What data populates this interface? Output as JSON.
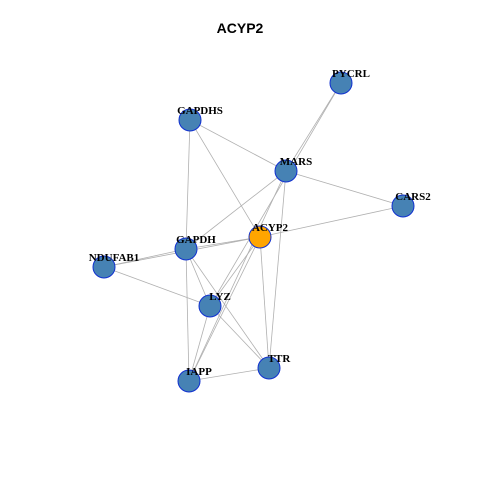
{
  "title": "ACYP2",
  "colors": {
    "node_fill": "#4682B4",
    "node_stroke": "#1030D0",
    "hub_fill": "#FFA500",
    "edge": "#B0B0B0"
  },
  "nodes": [
    {
      "id": "ACYP2",
      "label": "ACYP2",
      "hub": true
    },
    {
      "id": "PYCRL",
      "label": "PYCRL"
    },
    {
      "id": "GAPDHS",
      "label": "GAPDHS"
    },
    {
      "id": "MARS",
      "label": "MARS"
    },
    {
      "id": "CARS2",
      "label": "CARS2"
    },
    {
      "id": "GAPDH",
      "label": "GAPDH"
    },
    {
      "id": "NDUFAB1",
      "label": "NDUFAB1"
    },
    {
      "id": "LYZ",
      "label": "LYZ"
    },
    {
      "id": "TTR",
      "label": "TTR"
    },
    {
      "id": "IAPP",
      "label": "IAPP"
    }
  ],
  "edges": [
    [
      "PYCRL",
      "MARS"
    ],
    [
      "PYCRL",
      "LYZ"
    ],
    [
      "GAPDHS",
      "MARS"
    ],
    [
      "GAPDHS",
      "GAPDH"
    ],
    [
      "GAPDHS",
      "ACYP2"
    ],
    [
      "MARS",
      "CARS2"
    ],
    [
      "MARS",
      "GAPDH"
    ],
    [
      "MARS",
      "TTR"
    ],
    [
      "MARS",
      "IAPP"
    ],
    [
      "CARS2",
      "ACYP2"
    ],
    [
      "GAPDH",
      "ACYP2"
    ],
    [
      "GAPDH",
      "NDUFAB1"
    ],
    [
      "GAPDH",
      "LYZ"
    ],
    [
      "GAPDH",
      "IAPP"
    ],
    [
      "GAPDH",
      "TTR"
    ],
    [
      "NDUFAB1",
      "ACYP2"
    ],
    [
      "NDUFAB1",
      "LYZ"
    ],
    [
      "ACYP2",
      "LYZ"
    ],
    [
      "ACYP2",
      "TTR"
    ],
    [
      "ACYP2",
      "IAPP"
    ],
    [
      "LYZ",
      "TTR"
    ],
    [
      "LYZ",
      "IAPP"
    ],
    [
      "IAPP",
      "TTR"
    ]
  ]
}
